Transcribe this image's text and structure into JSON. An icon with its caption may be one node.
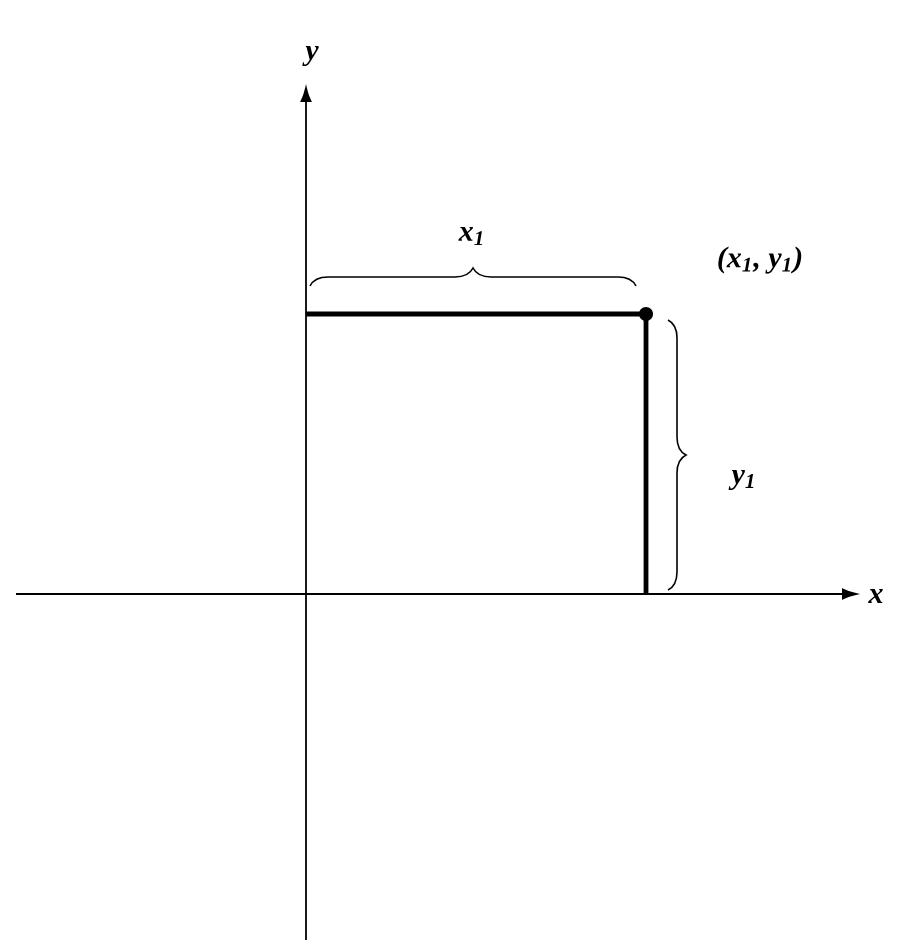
{
  "diagram": {
    "labels": [
      "y",
      "x$_{1}$",
      "(x$_{1}$, y$_{1}$)",
      "y$_{1}$",
      "x"
    ]
  }
}
